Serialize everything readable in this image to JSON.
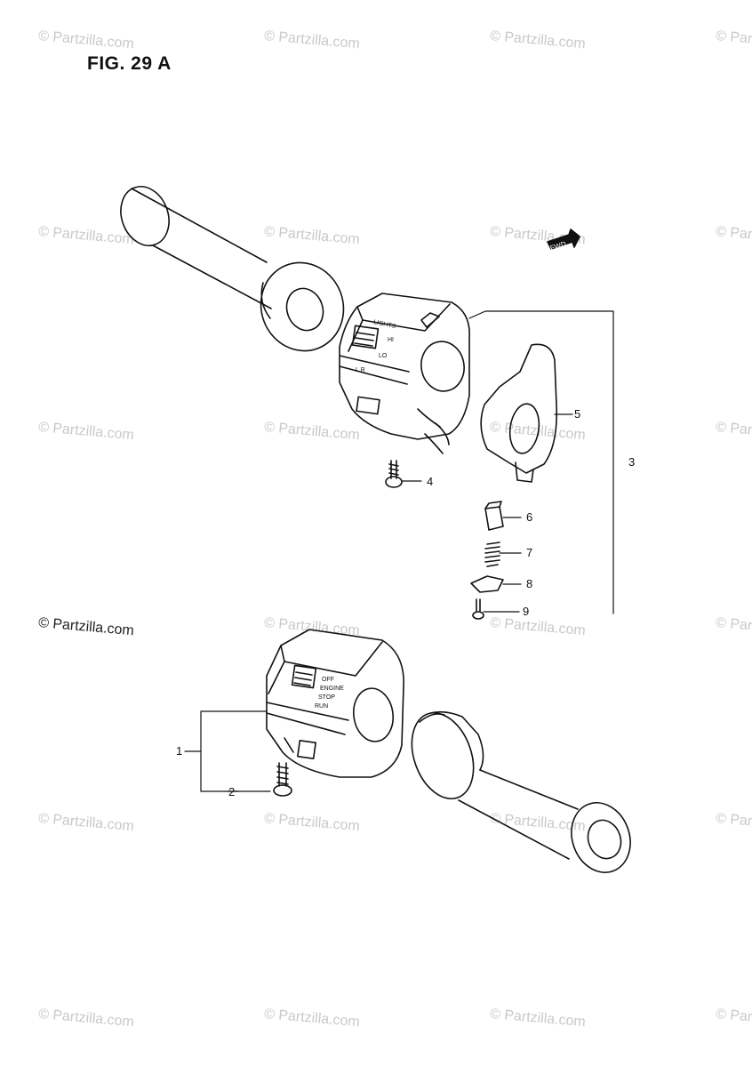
{
  "figure_title": "FIG. 29 A",
  "copyright": "© Partzilla.com",
  "watermark_text": "© Partzilla.com",
  "front_indicator": "FWD",
  "callouts": [
    "1",
    "2",
    "3",
    "4",
    "5",
    "6",
    "7",
    "8",
    "9"
  ],
  "switch_labels": {
    "left_housing_lights": "LIGHTS",
    "left_housing_hi": "HI",
    "left_housing_lo": "LO",
    "left_housing_turn": "L R",
    "right_housing_off": "OFF",
    "right_housing_engine": "ENGINE",
    "right_housing_stop": "STOP",
    "right_housing_run": "RUN"
  }
}
